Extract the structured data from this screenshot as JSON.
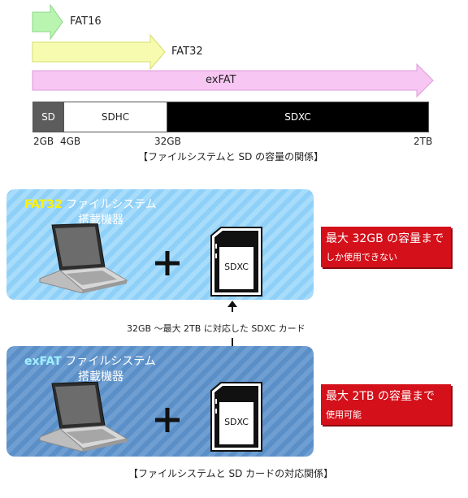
{
  "filesystems": [
    {
      "name": "FAT16",
      "color": "#b9f5b0",
      "stroke": "#88d884"
    },
    {
      "name": "FAT32",
      "color": "#f7fbb0",
      "stroke": "#d6dc6a"
    },
    {
      "name": "exFAT",
      "color": "#f7c6f2",
      "stroke": "#df9cd9"
    }
  ],
  "capacity_bar": {
    "segments": [
      "SD",
      "SDHC",
      "SDXC"
    ],
    "ticks": [
      "2GB",
      "4GB",
      "32GB",
      "2TB"
    ]
  },
  "caption_top": "【ファイルシステムと SD の容量の関係】",
  "panel_top": {
    "fs_name": "FAT32",
    "title_rest": " ファイルシステム",
    "subtitle": "搭載機器",
    "card_label": "SDXC",
    "red_main": "最大 32GB の容量まで",
    "red_sub": "しか使用できない"
  },
  "middle_text": "32GB 〜最大 2TB に対応した SDXC カード",
  "panel_bottom": {
    "fs_name": "exFAT",
    "title_rest": " ファイルシステム",
    "subtitle": "搭載機器",
    "card_label": "SDXC",
    "red_main": "最大 2TB の容量まで",
    "red_sub": "使用可能"
  },
  "caption_bottom": "【ファイルシステムと SD カードの対応関係】",
  "colors": {
    "panel_top": "#9cd6fa",
    "panel_bottom": "#6597cd",
    "red_box": "#d4101a"
  },
  "icons": [
    "laptop-icon",
    "plus-icon",
    "sd-card-icon",
    "arrow-up-icon",
    "arrow-down-icon"
  ]
}
